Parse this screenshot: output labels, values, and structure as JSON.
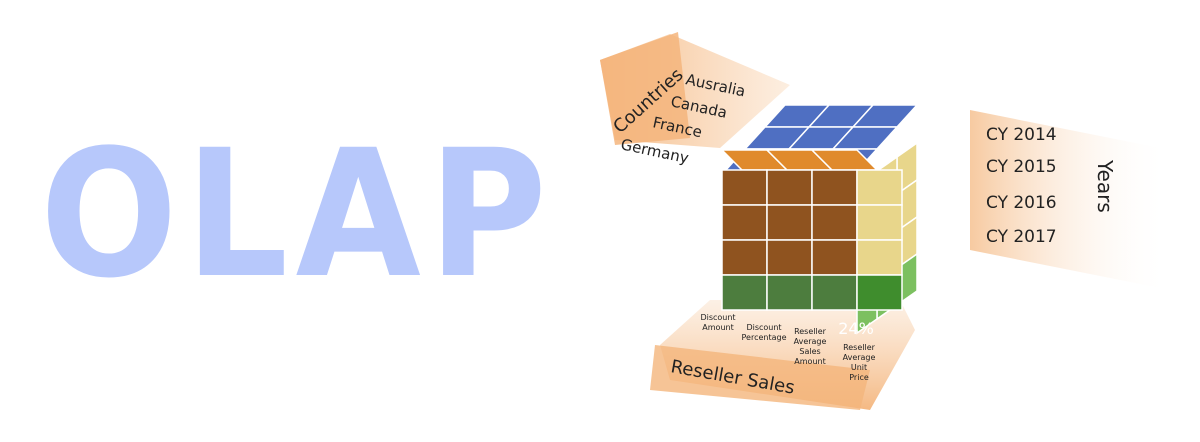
{
  "title": "OLAP",
  "dimensions": {
    "countries": {
      "label": "Countries",
      "items": [
        "Ausralia",
        "Canada",
        "France",
        "Germany"
      ]
    },
    "years": {
      "label": "Years",
      "items": [
        "CY 2014",
        "CY 2015",
        "CY 2016",
        "CY 2017"
      ]
    },
    "measures": {
      "label": "Reseller Sales",
      "items": [
        [
          "Discount",
          "Amount"
        ],
        [
          "Discount",
          "Percentage"
        ],
        [
          "Reseller",
          "Average",
          "Sales",
          "Amount"
        ],
        [
          "Reseller",
          "Average",
          "Unit",
          "Price"
        ]
      ]
    }
  },
  "highlight_value": "24%",
  "colors": {
    "title": "#b7c8fb",
    "band": "#f6c496",
    "blue": "#4f6fc2",
    "orange_front": "#8f531f",
    "orange_top": "#e08a2c",
    "yellow": "#e8d68b",
    "green": "#4d7d3e",
    "green_top": "#7cc060",
    "highlight": "#3f8d2d"
  }
}
